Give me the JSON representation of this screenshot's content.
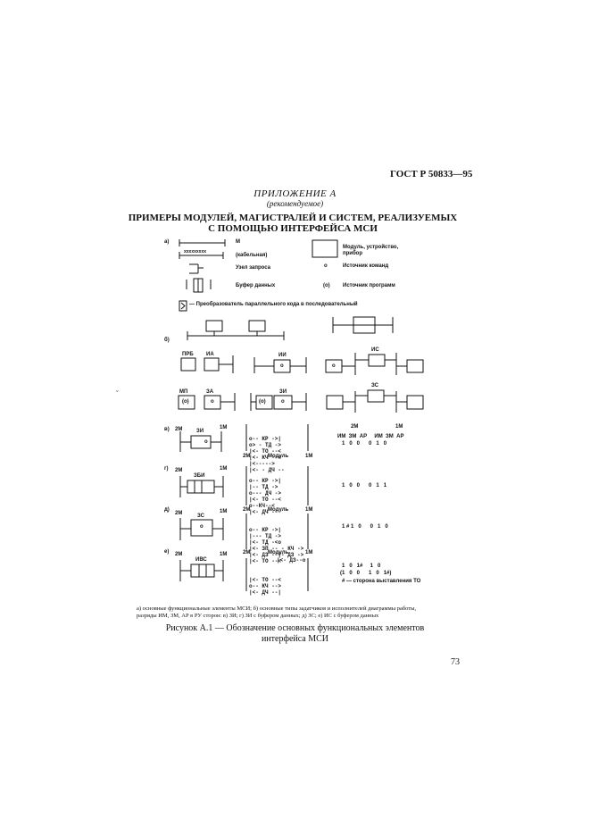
{
  "header": {
    "standard": "ГОСТ Р 50833—95"
  },
  "appendix": {
    "title": "ПРИЛОЖЕНИЕ А",
    "subtitle": "(рекомендуемое)"
  },
  "heading": {
    "line1": "ПРИМЕРЫ МОДУЛЕЙ, МАГИСТРАЛЕЙ И СИСТЕМ, РЕАЛИЗУЕМЫХ",
    "line2": "С ПОМОЩЬЮ ИНТЕРФЕЙСА МСИ"
  },
  "legend": {
    "a": "а)",
    "m": "М",
    "xline": "ххххххххх",
    "cable": "(кабельная)",
    "module": "Модуль, устройство, прибор",
    "query": "Узел запроса",
    "cmd_src": "Источник команд",
    "cmd_sym": "о",
    "buf": "Буфер данных",
    "prog_sym": "(о)",
    "prog_src": "Источник программ",
    "conv_line": "— Преобразователь параллельного кода в последовательный"
  },
  "section_b": {
    "letter": "б)",
    "prb": "ПРБ",
    "ia": "ИА",
    "ii": "ИИ",
    "is": "ИС",
    "mp": "МП",
    "za": "ЗА",
    "zi": "ЗИ",
    "zs": "ЗС",
    "o1": "(о)",
    "o2": "о",
    "o3": "(о)",
    "o4": "о",
    "o5": "о",
    "o6": "о"
  },
  "rows": {
    "v": {
      "letter": "в)",
      "l2m": "2М",
      "l1m": "1М",
      "box": "ЗИ",
      "dot": "о",
      "mod": "Модуль",
      "m2": "2М",
      "m1": "1М",
      "sig": [
        "о-- КР ->|",
        "о> - ТД ->",
        "|<- ТО --<",
        "|<- КЧ --<",
        "|<----->",
        "|<- - ДЧ --"
      ],
      "hdr2m": "2М",
      "hdr1m": "1М",
      "cols": "ИМ  ЗМ  АР     ИМ  ЗМ  АР",
      "vals": "1   0   0      0   1   0"
    },
    "g": {
      "letter": "г)",
      "l2m": "2М",
      "l1m": "1М",
      "box": "ЗБИ",
      "sig": [
        "о-- КР ->|",
        "|-- ТД ->",
        "о--- ДЧ ->",
        "|<- ТО --<",
        "о--КЧ--<",
        "|<- ДЧ --"
      ],
      "vals": "1   0   0      0   1   1"
    },
    "d": {
      "letter": "д)",
      "l2m": "2М",
      "l1m": "1М",
      "box": "ЗС",
      "dot": "о",
      "mod": "Модуль",
      "m2": "2М",
      "m1": "1М",
      "sig": [
        "о-- КР ->|",
        "|--- ТД ->",
        "|<- ТД -<о",
        "|<- ЗП -- - КЧ ->",
        "|<- ДЗ --|- ДЗ ->",
        "|<- ТО --<"
      ],
      "vals": "1 # 1   0      0   1   0"
    },
    "e": {
      "letter": "е)",
      "l2m": "2М",
      "l1m": "1М",
      "box": "ИВС",
      "mod": "Модуль",
      "m2": "2М",
      "m1": "1М",
      "sig": [
        "|<- ДЗ--о",
        "|<- ТО --<",
        "о-- КЧ -->",
        "|<- ДЧ --|"
      ],
      "vals1": "1   0   1#     1   0",
      "vals2": "(1   0   0      1   0   1#)",
      "note": "# — сторона выставления ТО"
    }
  },
  "caption": {
    "footnote1": "а) основные функциональные элементы МСИ; б) основные типы задатчиков и исполнителей диаграммы работы,",
    "footnote2": "разряды ИМ, ЗМ, АР в РУ сторон: в) ЗИ; г) ЗИ с буфером данных; д) ЗС; е) ИС с буфером данных",
    "figure1": "Рисунок А.1 — Обозначение основных функциональных элементов",
    "figure2": "интерфейса МСИ"
  },
  "page_number": "73"
}
